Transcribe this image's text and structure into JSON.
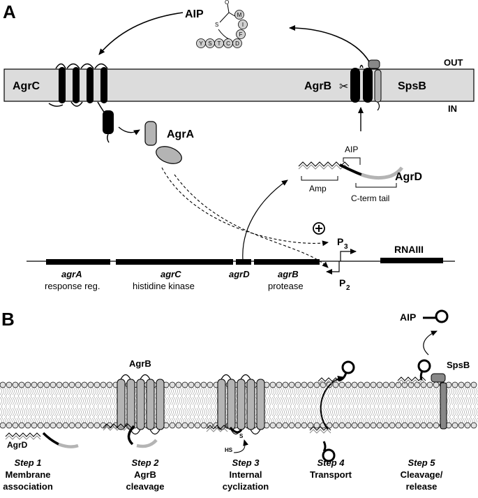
{
  "panel_a": {
    "label": "A",
    "membrane": {
      "out": "OUT",
      "in": "IN"
    },
    "agrc": "AgrC",
    "agra": "AgrA",
    "agrb": "AgrB",
    "spsb": "SpsB",
    "aip": {
      "title": "AIP",
      "thiolactone_o": "O",
      "thiolactone_s": "S",
      "ring_residues": [
        "M",
        "I",
        "F",
        "D"
      ],
      "tail_residues": [
        "Y",
        "S",
        "T",
        "C"
      ]
    },
    "agrd_precursor": {
      "name": "AgrD",
      "aip": "AIP",
      "amp": "Amp",
      "tail": "C-term tail"
    },
    "activation": "⊕",
    "promoters": {
      "p3": "P",
      "p3_sub": "3",
      "p2": "P",
      "p2_sub": "2"
    },
    "genes": [
      {
        "name": "agrA",
        "function": "response reg."
      },
      {
        "name": "agrC",
        "function": "histidine kinase"
      },
      {
        "name": "agrD",
        "function": ""
      },
      {
        "name": "agrB",
        "function": "protease"
      }
    ],
    "rnaiii": "RNAIII"
  },
  "panel_b": {
    "label": "B",
    "agrb": "AgrB",
    "agrd": "AgrD",
    "aip": "AIP",
    "spsb": "SpsB",
    "hs": "HS",
    "s": "S",
    "steps": [
      {
        "step": "Step 1",
        "line1": "Membrane",
        "line2": "association"
      },
      {
        "step": "Step 2",
        "line1": "AgrB",
        "line2": "cleavage"
      },
      {
        "step": "Step 3",
        "line1": "Internal",
        "line2": "cyclization"
      },
      {
        "step": "Step 4",
        "line1": "Transport",
        "line2": ""
      },
      {
        "step": "Step 5",
        "line1": "Cleavage/",
        "line2": "release"
      }
    ]
  },
  "colors": {
    "membrane_a": "#dcdcdc",
    "grey_protein": "#b4b4b4",
    "black": "#000000",
    "lipid_head": "#e0e0e0"
  }
}
